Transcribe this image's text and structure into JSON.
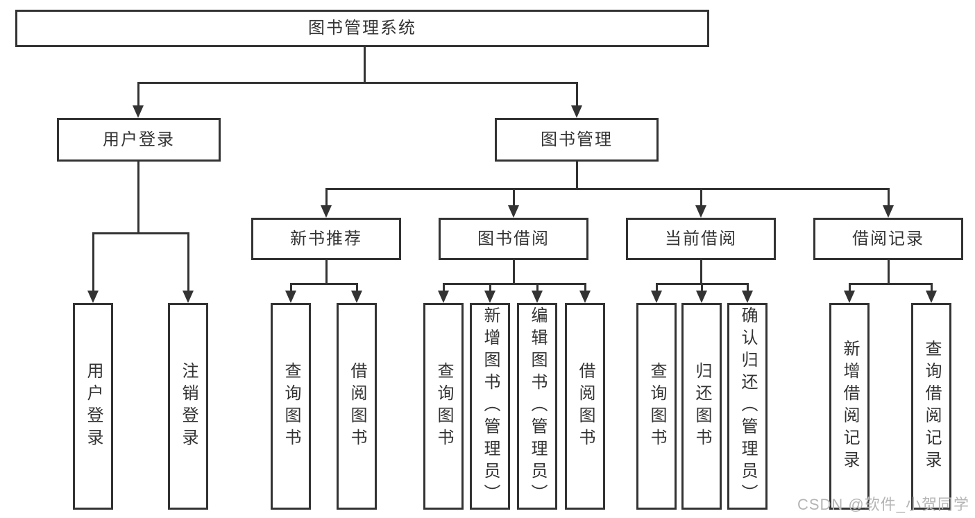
{
  "diagram": {
    "root": "图书管理系统",
    "branches": {
      "user": "用户登录",
      "mgmt": "图书管理"
    },
    "modules": [
      "新书推荐",
      "图书借阅",
      "当前借阅",
      "借阅记录"
    ],
    "leaves": {
      "user": [
        "用户登录",
        "注销登录"
      ],
      "recommend": [
        "查询图书",
        "借阅图书"
      ],
      "borrow": [
        "查询图书",
        "新增图书（管理员）",
        "编辑图书（管理员）",
        "借阅图书"
      ],
      "current": [
        "查询图书",
        "归还图书",
        "确认归还（管理员）"
      ],
      "records": [
        "新增借阅记录",
        "查询借阅记录"
      ]
    }
  },
  "watermark": "CSDN @软件_小贺同学",
  "colors": {
    "line": "#333333",
    "text": "#333333",
    "background": "#ffffff",
    "watermark": "#b5b5b5"
  }
}
